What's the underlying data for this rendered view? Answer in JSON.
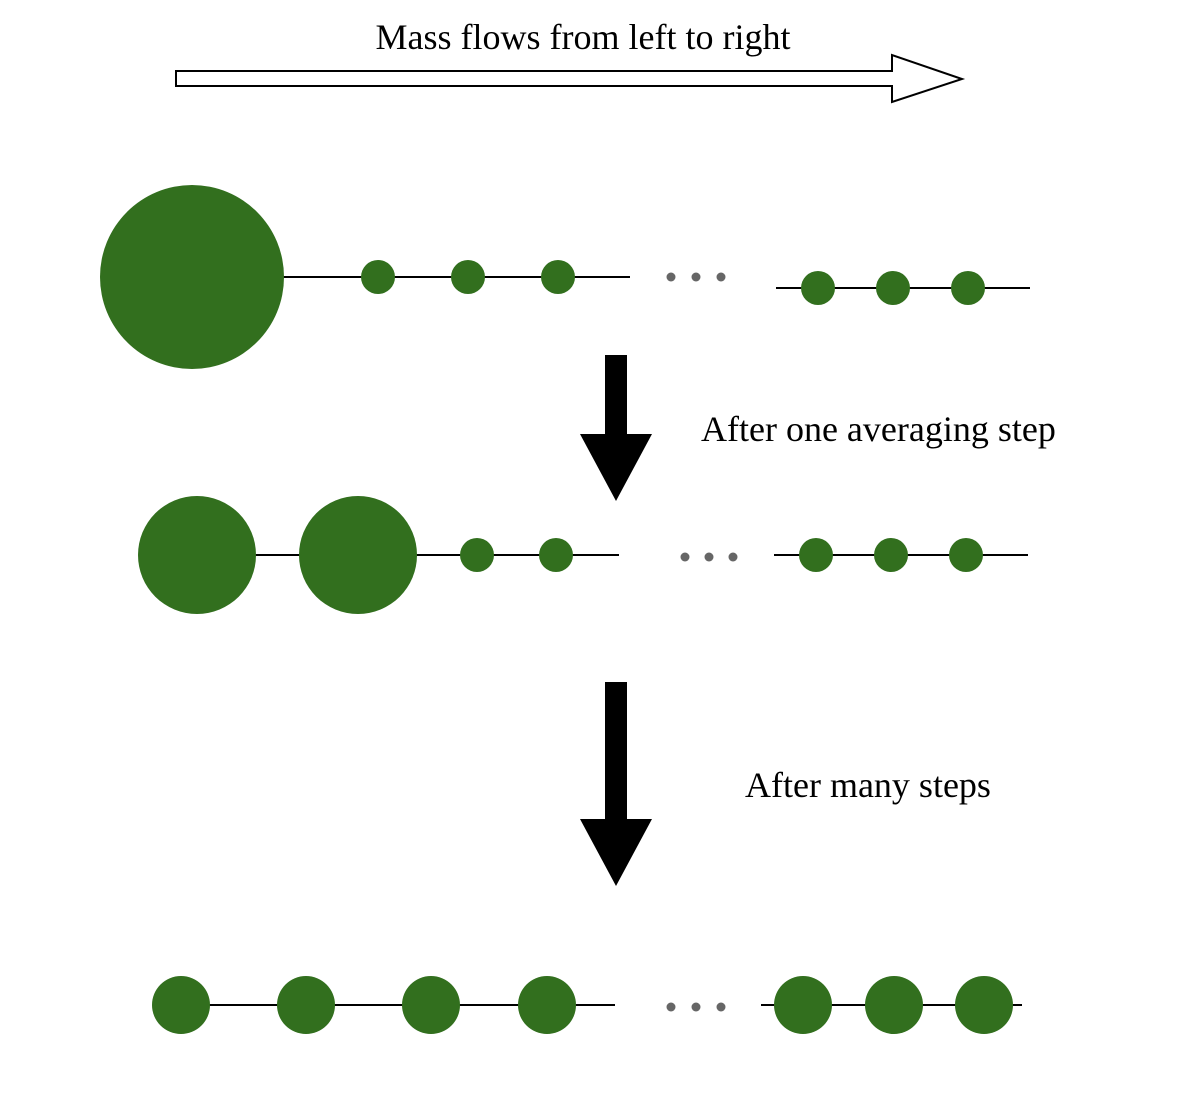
{
  "title": "Mass flows from left to right",
  "step_labels": {
    "one_step": "After one averaging step",
    "many_steps": "After many steps"
  },
  "colors": {
    "node_fill": "#326f1e",
    "edge": "#000000",
    "ellipsis_dots": "#666666",
    "arrow_fill": "#000000",
    "title_arrow_fill": "#ffffff",
    "title_arrow_stroke": "#000000"
  },
  "stages": [
    {
      "name": "initial",
      "node_mass_pattern": "one large node on the left, small nodes after it"
    },
    {
      "name": "after-one-averaging-step",
      "node_mass_pattern": "two large nodes on the left, small nodes after them"
    },
    {
      "name": "after-many-steps",
      "node_mass_pattern": "all nodes equal size"
    }
  ]
}
